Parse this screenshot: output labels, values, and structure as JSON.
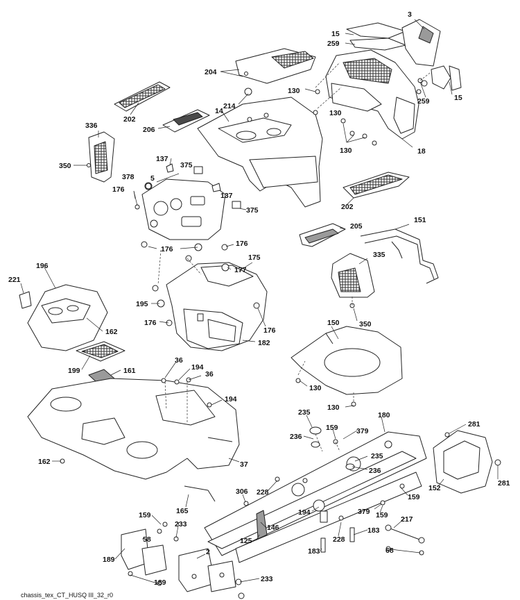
{
  "diagram": {
    "part_numbers": {
      "p3": "3",
      "p15a": "15",
      "p259a": "259",
      "p204": "204",
      "p130a": "130",
      "p259b": "259",
      "p15b": "15",
      "p214": "214",
      "p14": "14",
      "p130b": "130",
      "p202a": "202",
      "p206": "206",
      "p130c": "130",
      "p18": "18",
      "p336": "336",
      "p350a": "350",
      "p137a": "137",
      "p375a": "375",
      "p378": "378",
      "p5": "5",
      "p176a": "176",
      "p137b": "137",
      "p375b": "375",
      "p202b": "202",
      "p205": "205",
      "p151": "151",
      "p176b": "176",
      "p176c": "176",
      "p175": "175",
      "p177": "177",
      "p335": "335",
      "p196": "196",
      "p221": "221",
      "p195": "195",
      "p176d": "176",
      "p176e": "176",
      "p162a": "162",
      "p182": "182",
      "p350b": "350",
      "p150": "150",
      "p199": "199",
      "p36a": "36",
      "p194a": "194",
      "p36b": "36",
      "p161": "161",
      "p194b": "194",
      "p130d": "130",
      "p130e": "130",
      "p235a": "235",
      "p180": "180",
      "p159a": "159",
      "p379a": "379",
      "p236a": "236",
      "p235b": "235",
      "p281a": "281",
      "p236b": "236",
      "p37": "37",
      "p162b": "162",
      "p281b": "281",
      "p152": "152",
      "p306": "306",
      "p228a": "228",
      "p159b": "159",
      "p165": "165",
      "p194c": "194",
      "p379b": "379",
      "p159c": "159",
      "p217": "217",
      "p159d": "159",
      "p233a": "233",
      "p58": "58",
      "p146": "146",
      "p125": "125",
      "p228b": "228",
      "p183a": "183",
      "p183b": "183",
      "p68": "68",
      "p2": "2",
      "p189a": "189",
      "p189b": "189",
      "p233b": "233"
    },
    "footer_text": "chassis_tex_CT_HUSQ III_32_r0"
  },
  "colors": {
    "line": "#222222",
    "fill": "#ffffff",
    "shade": "#9a9a9a",
    "dark": "#4a4a4a"
  }
}
